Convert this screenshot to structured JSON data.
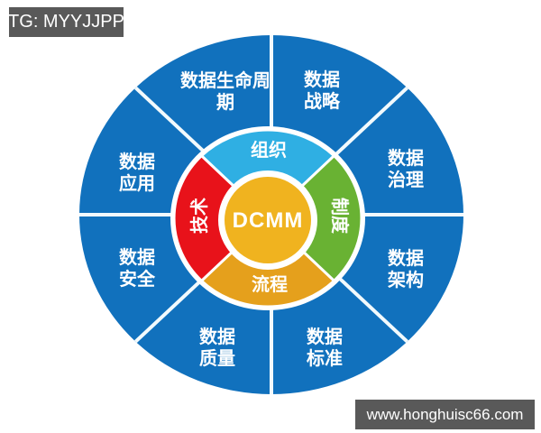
{
  "watermarks": {
    "telegram": "TG: MYYJJPP",
    "website": "www.honghuisc66.com"
  },
  "diagram": {
    "center": {
      "label": "DCMM",
      "color": "#F0B31F"
    },
    "inner_ring": {
      "top": {
        "label": "组织",
        "color": "#2FAFE3"
      },
      "right": {
        "label": "制度",
        "color": "#69B233"
      },
      "bottom": {
        "label": "流程",
        "color": "#E5A01C"
      },
      "left": {
        "label": "技术",
        "color": "#E8121A"
      }
    },
    "outer_ring": {
      "color": "#1171BD",
      "segments": [
        {
          "name": "数据生命周期",
          "lines": [
            "数据生命周",
            "期"
          ]
        },
        {
          "name": "数据战略",
          "lines": [
            "数据",
            "战略"
          ]
        },
        {
          "name": "数据治理",
          "lines": [
            "数据",
            "治理"
          ]
        },
        {
          "name": "数据架构",
          "lines": [
            "数据",
            "架构"
          ]
        },
        {
          "name": "数据标准",
          "lines": [
            "数据",
            "标准"
          ]
        },
        {
          "name": "数据质量",
          "lines": [
            "数据",
            "质量"
          ]
        },
        {
          "name": "数据安全",
          "lines": [
            "数据",
            "安全"
          ]
        },
        {
          "name": "数据应用",
          "lines": [
            "数据",
            "应用"
          ]
        }
      ]
    }
  }
}
